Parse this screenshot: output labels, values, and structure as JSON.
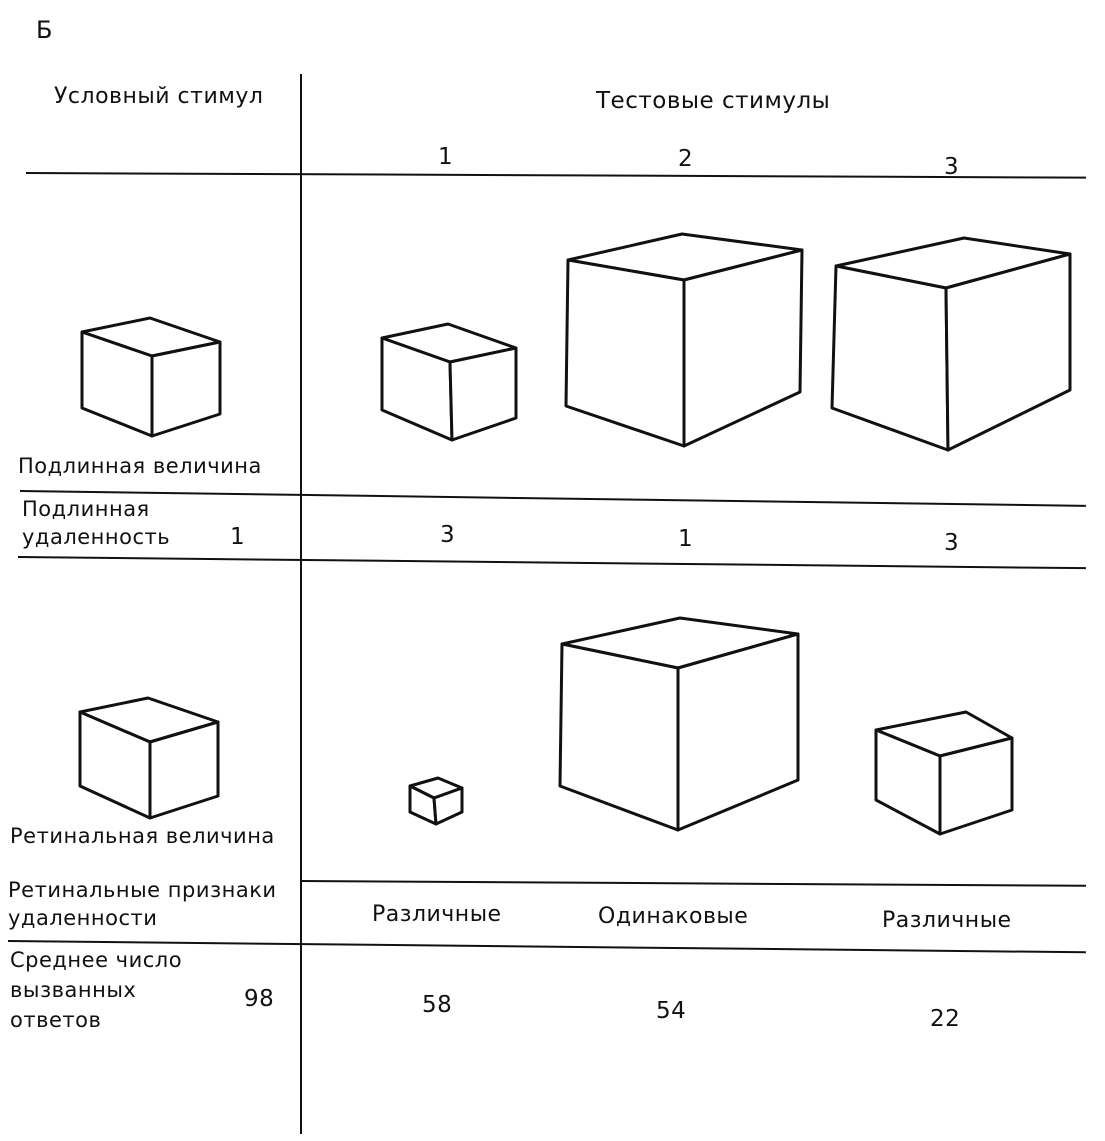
{
  "figure_label": "Б",
  "header": {
    "left": "Условный стимул",
    "right": "Тестовые стимулы",
    "columns": [
      "1",
      "2",
      "3"
    ]
  },
  "rows": {
    "true_size": {
      "label": "Подлинная величина"
    },
    "true_distance": {
      "label_line1": "Подлинная",
      "label_line2": "удаленность",
      "conditioned": "1",
      "tests": [
        "3",
        "1",
        "3"
      ]
    },
    "retinal_size": {
      "label": "Ретинальная величина"
    },
    "retinal_cues": {
      "label_line1": "Ретинальные признаки",
      "label_line2": "удаленности",
      "tests": [
        "Различные",
        "Одинаковые",
        "Различные"
      ]
    },
    "responses": {
      "label_line1": "Среднее число",
      "label_line2": "вызванных",
      "label_line3": "ответов",
      "conditioned": "98",
      "tests": [
        "58",
        "54",
        "22"
      ]
    }
  }
}
